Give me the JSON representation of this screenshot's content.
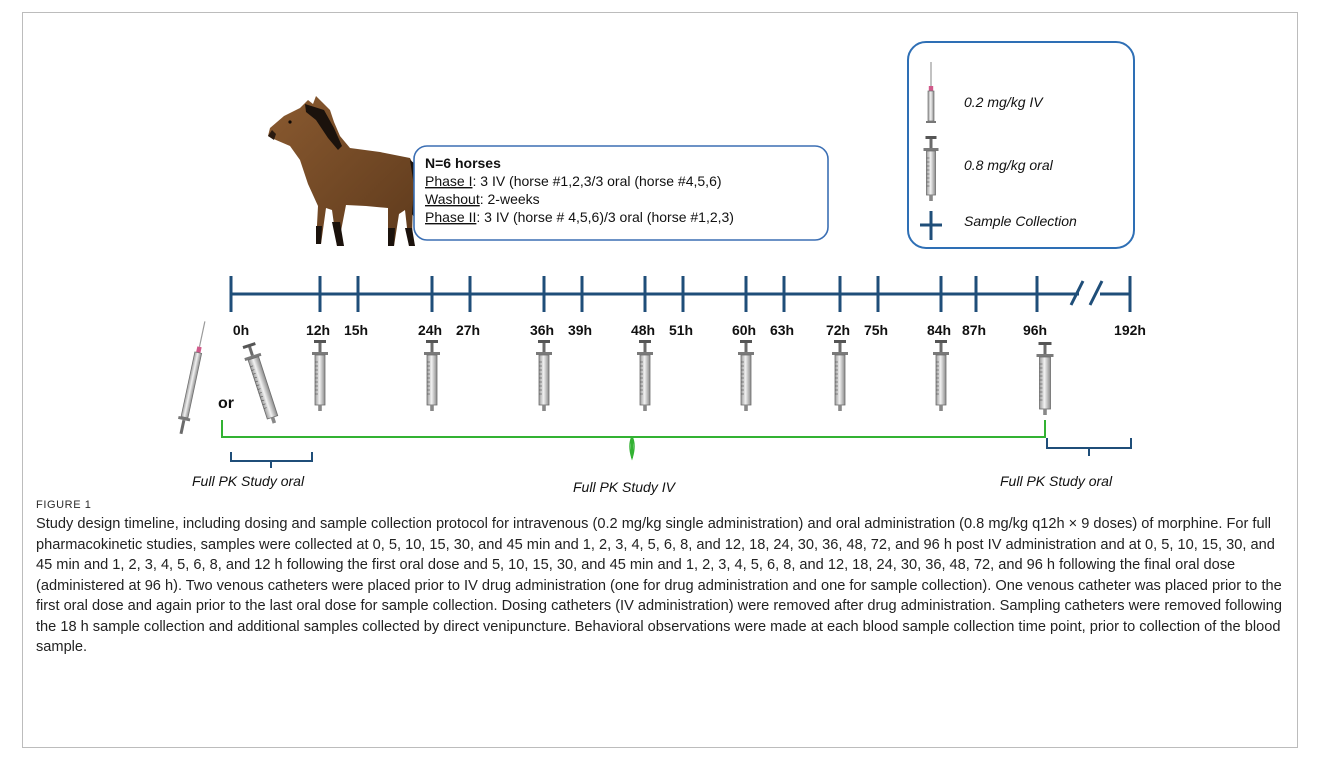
{
  "figure": {
    "label": "FIGURE 1",
    "caption": "Study design timeline, including dosing and sample collection protocol for intravenous (0.2 mg/kg single administration) and oral administration (0.8 mg/kg q12h × 9 doses) of morphine. For full pharmacokinetic studies, samples were collected at 0, 5, 10, 15, 30, and 45 min and 1, 2, 3, 4, 5, 6, 8, and 12, 18, 24, 30, 36, 48, 72, and 96 h post IV administration and at 0, 5, 10, 15, 30, and 45 min and 1, 2, 3, 4, 5, 6, 8, and 12 h following the first oral dose and 5, 10, 15, 30, and 45 min and 1, 2, 3, 4, 5, 6, 8, and 12, 18, 24, 30, 36, 48, 72, and 96 h following the final oral dose (administered at 96 h). Two venous catheters were placed prior to IV drug administration (one for drug administration and one for sample collection). One venous catheter was placed prior to the first oral dose and again prior to the last oral dose for sample collection. Dosing catheters (IV administration) were removed after drug administration. Sampling catheters were removed following the 18 h sample collection and additional samples collected by direct venipuncture. Behavioral observations were made at each blood sample collection time point, prior to collection of the blood sample."
  },
  "info_box": {
    "title": "N=6 horses",
    "lines": [
      {
        "term": "Phase I",
        "rest": ": 3 IV (horse #1,2,3/3 oral (horse #4,5,6)"
      },
      {
        "term": "Washout",
        "rest": ": 2-weeks"
      },
      {
        "term": "Phase II",
        "rest": ": 3 IV (horse # 4,5,6)/3 oral (horse #1,2,3)"
      }
    ]
  },
  "legend": {
    "items": [
      {
        "icon": "iv-syringe-icon",
        "label": "0.2 mg/kg IV"
      },
      {
        "icon": "oral-syringe-icon",
        "label": "0.8 mg/kg oral"
      },
      {
        "icon": "sample-collection-cross-icon",
        "label": "Sample Collection"
      }
    ]
  },
  "timeline": {
    "ticks": [
      "0h",
      "12h",
      "15h",
      "24h",
      "27h",
      "36h",
      "39h",
      "48h",
      "51h",
      "60h",
      "63h",
      "72h",
      "75h",
      "84h",
      "87h",
      "96h",
      "192h"
    ],
    "or_label": "or",
    "spans": {
      "first_oral": "Full PK Study oral",
      "iv": "Full PK Study IV",
      "final_oral": "Full PK Study oral"
    }
  },
  "colors": {
    "timeline": "#1f4e79",
    "legend_border": "#2e6fb5",
    "iv_bracket": "#33b233",
    "oral_bracket": "#1f4e79",
    "syringe_tip": "#d05a8a"
  }
}
